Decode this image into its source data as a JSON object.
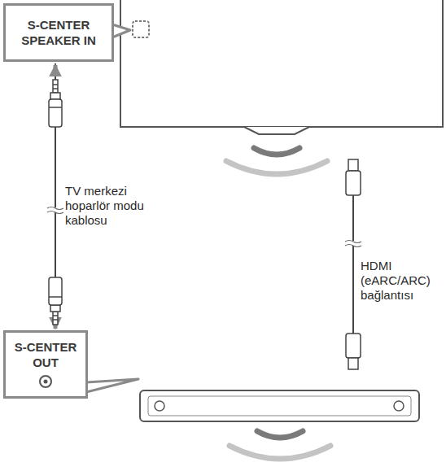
{
  "diagram": {
    "nodes": [
      {
        "text": [
          "S-CENTER SPEAKER IN"
        ]
      },
      {
        "text": [
          "S-CENTER OUT"
        ]
      }
    ],
    "edges": [
      {
        "from": 0,
        "to": 1,
        "arrow": "both",
        "label": "TV merkezi hoparlör modu kablosu"
      }
    ],
    "labels": [
      "HDMI (eARC/ARC) bağlantısı"
    ]
  }
}
